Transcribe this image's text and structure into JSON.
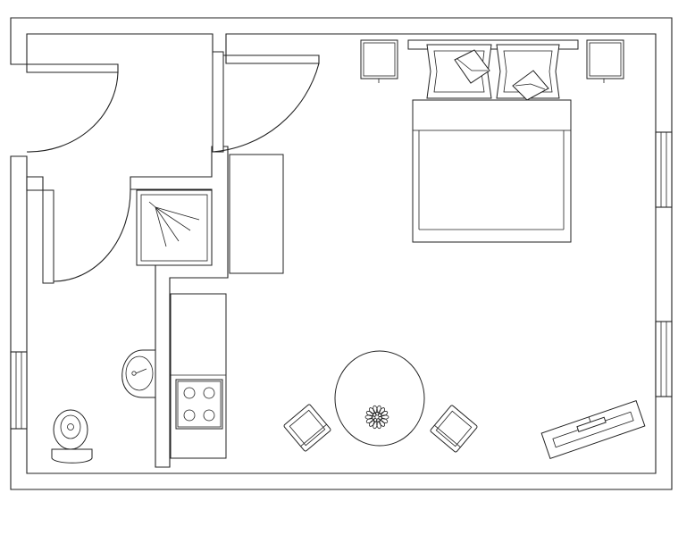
{
  "diagram": {
    "kind": "floor-plan",
    "colors": {
      "line": "#222222",
      "background": "#ffffff"
    },
    "rooms": [
      "entrance-hall",
      "bathroom",
      "kitchenette",
      "living-bedroom"
    ],
    "furniture": [
      "double-bed",
      "pillows",
      "nightstands",
      "wardrobe",
      "kitchen-counter",
      "cooktop",
      "shower",
      "washbasin",
      "toilet",
      "round-table",
      "armchairs",
      "flower-vase",
      "tv-bench"
    ],
    "openings": [
      "entrance-door",
      "bathroom-door",
      "windows"
    ]
  }
}
